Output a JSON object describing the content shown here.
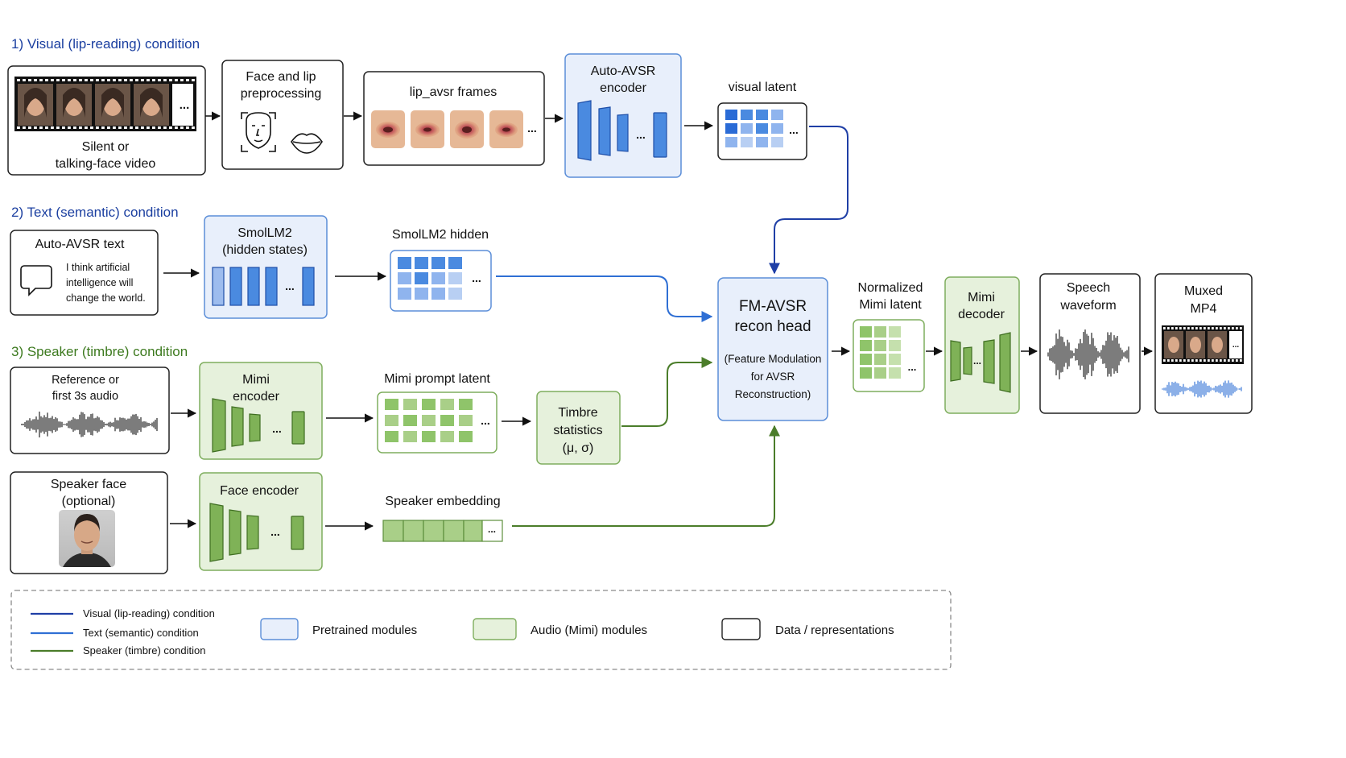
{
  "sections": {
    "visual": "1) Visual (lip-reading) condition",
    "text": "2) Text (semantic) condition",
    "speaker": "3) Speaker (timbre) condition"
  },
  "nodes": {
    "video": {
      "line1": "Silent or",
      "line2": "talking-face video"
    },
    "preproc": {
      "line1": "Face and lip",
      "line2": "preprocessing"
    },
    "lip_frames": {
      "label": "lip_avsr frames"
    },
    "avsr_encoder": {
      "line1": "Auto-AVSR",
      "line2": "encoder"
    },
    "visual_latent": {
      "label": "visual latent"
    },
    "avsr_text": {
      "title": "Auto-AVSR text",
      "line1": "I think artificial",
      "line2": "intelligence will",
      "line3": "change the world."
    },
    "smollm": {
      "line1": "SmolLM2",
      "line2": "(hidden states)"
    },
    "smollm_hidden": {
      "label": "SmolLM2 hidden"
    },
    "reference": {
      "line1": "Reference or",
      "line2": "first 3s audio"
    },
    "mimi_encoder": {
      "line1": "Mimi",
      "line2": "encoder"
    },
    "mimi_prompt": {
      "label": "Mimi prompt latent"
    },
    "timbre": {
      "line1": "Timbre",
      "line2": "statistics",
      "line3": "(μ, σ)"
    },
    "speaker_face": {
      "line1": "Speaker face",
      "line2": "(optional)"
    },
    "face_encoder": {
      "label": "Face encoder"
    },
    "speaker_embedding": {
      "label": "Speaker embedding"
    },
    "fm_head": {
      "line1": "FM-AVSR",
      "line2": "recon head",
      "sub1": "(Feature Modulation",
      "sub2": "for AVSR",
      "sub3": "Reconstruction)"
    },
    "norm_mimi": {
      "line1": "Normalized",
      "line2": "Mimi latent"
    },
    "mimi_decoder": {
      "line1": "Mimi",
      "line2": "decoder"
    },
    "waveform": {
      "line1": "Speech",
      "line2": "waveform"
    },
    "muxed": {
      "line1": "Muxed",
      "line2": "MP4"
    },
    "ellipsis": "..."
  },
  "legend": {
    "lines": [
      {
        "label": "Visual (lip-reading) condition",
        "color": "#1f3fa6"
      },
      {
        "label": "Text (semantic) condition",
        "color": "#2f6fd4"
      },
      {
        "label": "Speaker (timbre) condition",
        "color": "#4b7d2a"
      }
    ],
    "boxes": [
      {
        "label": "Pretrained modules",
        "fill": "#e8effb",
        "stroke": "#5b8ed8"
      },
      {
        "label": "Audio (Mimi) modules",
        "fill": "#e6f1dc",
        "stroke": "#7fae5e"
      },
      {
        "label": "Data / representations",
        "fill": "#ffffff",
        "stroke": "#222222"
      }
    ]
  },
  "colors": {
    "blue_title": "#1b3fa0",
    "green_title": "#3d7a1f",
    "blue_fill": "#e8effb",
    "blue_stroke": "#5b8ed8",
    "green_fill": "#e6f1dc",
    "green_stroke": "#7fae5e",
    "visual_line": "#1f3fa6",
    "text_line": "#2f6fd4",
    "speaker_line": "#4b7d2a"
  }
}
